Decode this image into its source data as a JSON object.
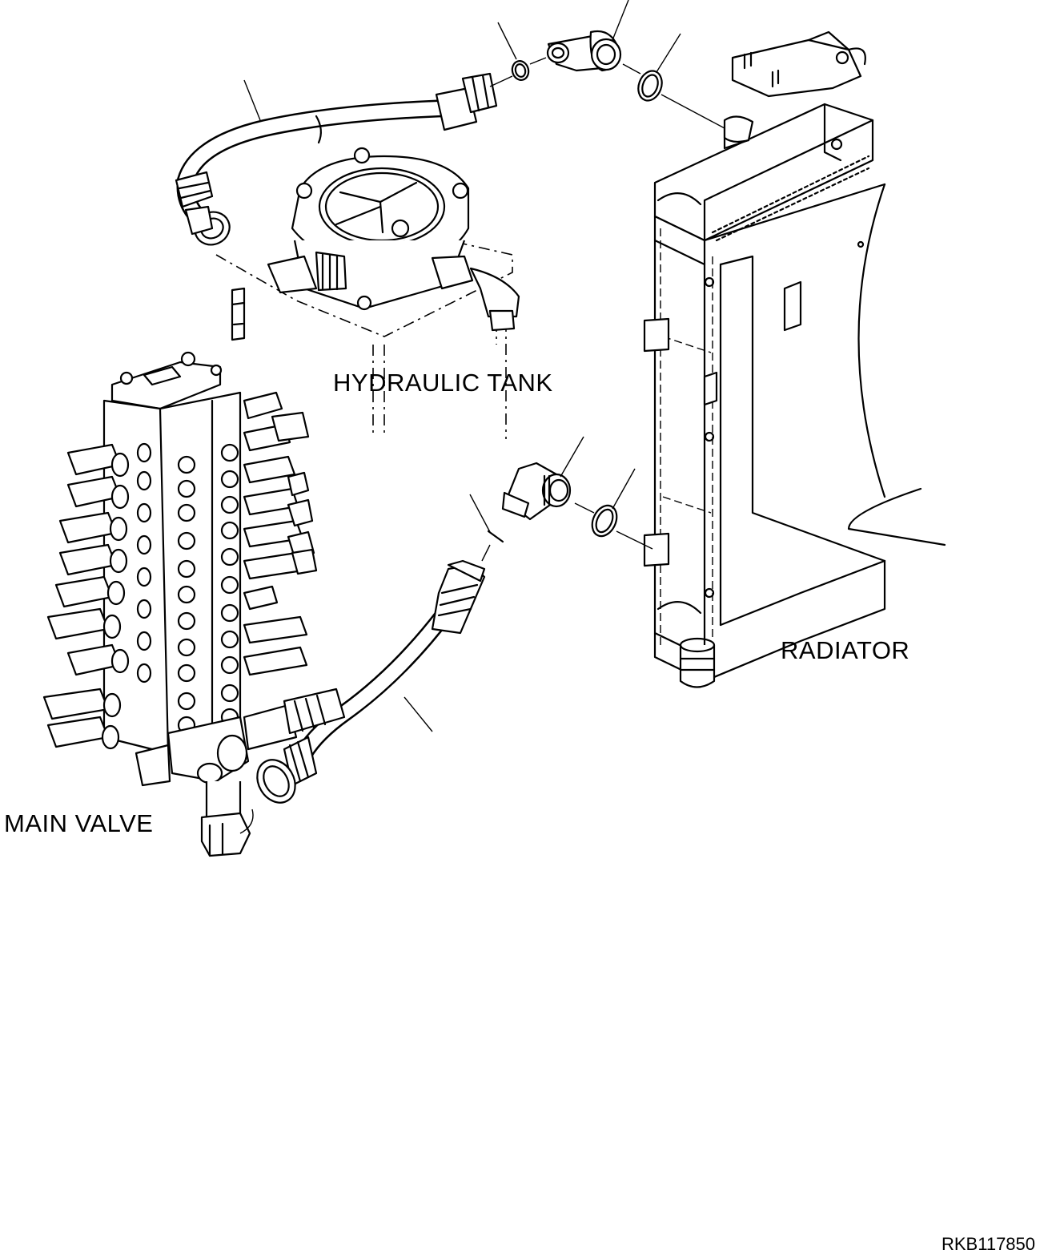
{
  "labels": {
    "hydraulic_tank": "HYDRAULIC TANK",
    "radiator": "RADIATOR",
    "main_valve": "MAIN VALVE",
    "drawing_code": "RKB117850"
  }
}
